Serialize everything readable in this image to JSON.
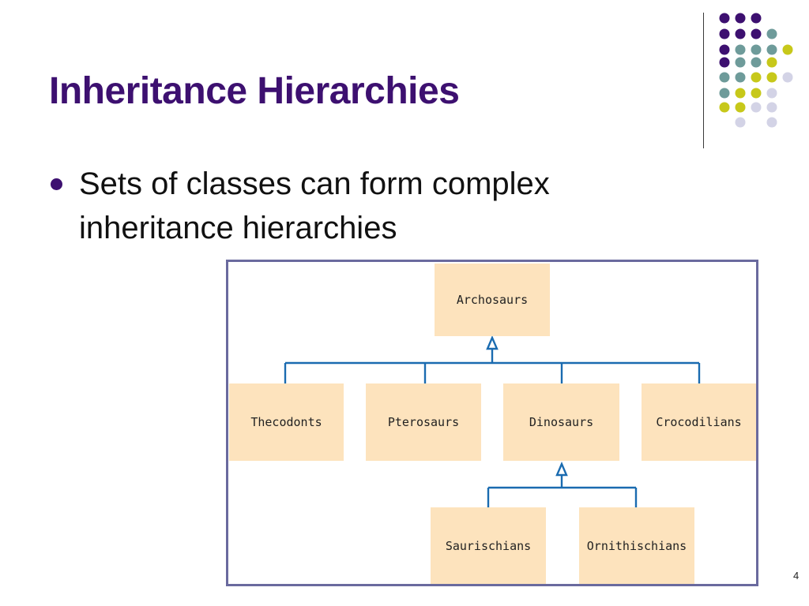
{
  "slide": {
    "title": "Inheritance Hierarchies",
    "bullets": [
      {
        "lines": [
          "Sets of classes can form complex",
          "inheritance hierarchies"
        ]
      }
    ],
    "page_number": "4"
  },
  "diagram": {
    "root": "Archosaurs",
    "level1": [
      "Thecodonts",
      "Pterosaurs",
      "Dinosaurs",
      "Crocodilians"
    ],
    "level2": [
      "Saurischians",
      "Ornithischians"
    ]
  },
  "theme": {
    "title_color": "#3d1070",
    "node_fill": "#fde3bd",
    "connector_color": "#1a6bb0",
    "frame_color": "#6a6a9e",
    "dot_colors": {
      "purple": "#3d1070",
      "teal": "#6e9b9a",
      "olive": "#c7c81a",
      "lavender": "#d3d3e6"
    }
  }
}
